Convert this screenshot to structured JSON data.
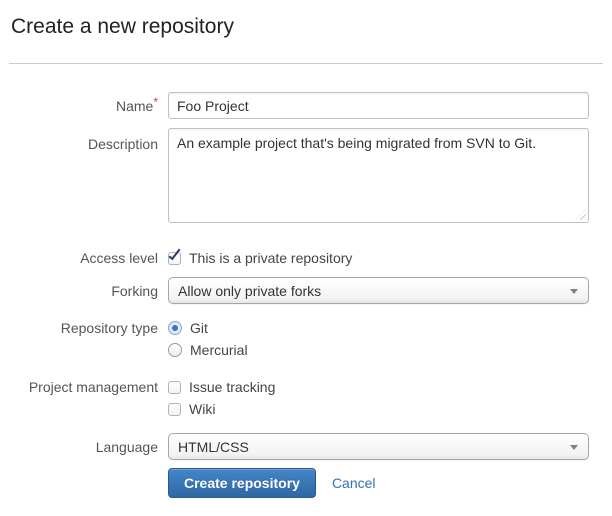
{
  "page": {
    "title": "Create a new repository"
  },
  "form": {
    "name": {
      "label": "Name",
      "required_marker": "*",
      "value": "Foo Project"
    },
    "description": {
      "label": "Description",
      "value": "An example project that's being migrated from SVN to Git."
    },
    "access_level": {
      "label": "Access level",
      "checkbox_label": "This is a private repository",
      "checked": true
    },
    "forking": {
      "label": "Forking",
      "selected_option": "Allow only private forks"
    },
    "repository_type": {
      "label": "Repository type",
      "options": [
        {
          "label": "Git",
          "selected": true
        },
        {
          "label": "Mercurial",
          "selected": false
        }
      ]
    },
    "project_management": {
      "label": "Project management",
      "options": [
        {
          "label": "Issue tracking",
          "checked": false
        },
        {
          "label": "Wiki",
          "checked": false
        }
      ]
    },
    "language": {
      "label": "Language",
      "selected_option": "HTML/CSS"
    },
    "actions": {
      "submit_label": "Create repository",
      "cancel_label": "Cancel"
    }
  },
  "icons": {
    "select_arrow": "chevron-down",
    "checkbox_check": "checkmark",
    "textarea_resize": "resize-grip"
  },
  "colors": {
    "primary_button": "#3572b0",
    "link": "#3572b0",
    "required_marker": "#d04437",
    "radio_selected_dot": "#3b73c6",
    "checkbox_check": "#2d3a5f",
    "divider": "#cccccc"
  }
}
